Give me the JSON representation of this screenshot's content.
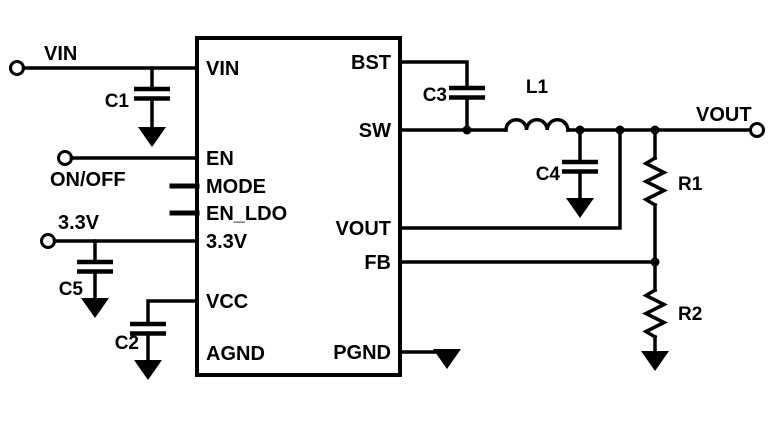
{
  "schematic": {
    "colors": {
      "line": "#000000",
      "background": "#ffffff"
    },
    "ic": {
      "pins_left": [
        "VIN",
        "EN",
        "MODE",
        "EN_LDO",
        "3.3V",
        "VCC",
        "AGND"
      ],
      "pins_right": [
        "BST",
        "SW",
        "VOUT",
        "FB",
        "PGND"
      ]
    },
    "nets": {
      "vin": "VIN",
      "on_off": "ON/OFF",
      "rail_3v3": "3.3V",
      "vout": "VOUT"
    },
    "components": {
      "c1": "C1",
      "c2": "C2",
      "c3": "C3",
      "c4": "C4",
      "c5": "C5",
      "l1": "L1",
      "r1": "R1",
      "r2": "R2"
    }
  }
}
